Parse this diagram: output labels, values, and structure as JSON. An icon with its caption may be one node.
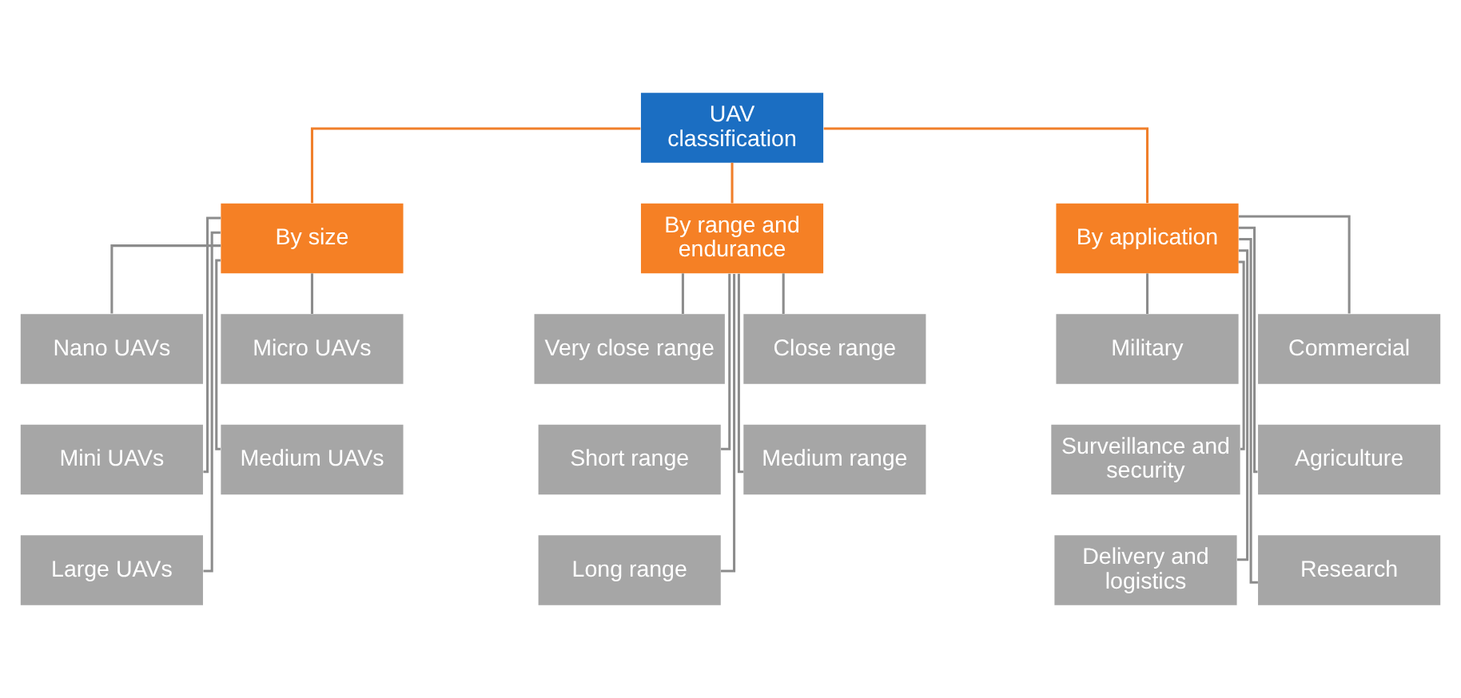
{
  "diagram": {
    "nodes": [
      {
        "text": [
          "UAV classification"
        ]
      },
      {
        "text": [
          "By size"
        ]
      },
      {
        "text": [
          "By range and endurance"
        ]
      },
      {
        "text": [
          "By application"
        ]
      },
      {
        "text": [
          "Nano UAVs"
        ]
      },
      {
        "text": [
          "Micro UAVs"
        ]
      },
      {
        "text": [
          "Mini UAVs"
        ]
      },
      {
        "text": [
          "Medium UAVs"
        ]
      },
      {
        "text": [
          "Large UAVs"
        ]
      },
      {
        "text": [
          "Very close range"
        ]
      },
      {
        "text": [
          "Close range"
        ]
      },
      {
        "text": [
          "Short range"
        ]
      },
      {
        "text": [
          "Medium range"
        ]
      },
      {
        "text": [
          "Long range"
        ]
      },
      {
        "text": [
          "Military"
        ]
      },
      {
        "text": [
          "Commercial"
        ]
      },
      {
        "text": [
          "Surveillance and security"
        ]
      },
      {
        "text": [
          "Agriculture"
        ]
      },
      {
        "text": [
          "Delivery and logistics"
        ]
      },
      {
        "text": [
          "Research"
        ]
      }
    ],
    "edges": [
      {
        "from": 0,
        "to": 1,
        "arrow": "none",
        "color": "#f07f2a"
      },
      {
        "from": 0,
        "to": 2,
        "arrow": "none",
        "color": "#f07f2a"
      },
      {
        "from": 0,
        "to": 3,
        "arrow": "none",
        "color": "#f07f2a"
      },
      {
        "from": 1,
        "to": 4,
        "arrow": "none"
      },
      {
        "from": 1,
        "to": 5,
        "arrow": "none"
      },
      {
        "from": 1,
        "to": 6,
        "arrow": "none"
      },
      {
        "from": 1,
        "to": 7,
        "arrow": "none"
      },
      {
        "from": 1,
        "to": 8,
        "arrow": "none"
      },
      {
        "from": 2,
        "to": 9,
        "arrow": "none"
      },
      {
        "from": 2,
        "to": 10,
        "arrow": "none"
      },
      {
        "from": 2,
        "to": 11,
        "arrow": "none"
      },
      {
        "from": 2,
        "to": 12,
        "arrow": "none"
      },
      {
        "from": 2,
        "to": 13,
        "arrow": "none"
      },
      {
        "from": 3,
        "to": 14,
        "arrow": "none"
      },
      {
        "from": 3,
        "to": 15,
        "arrow": "none"
      },
      {
        "from": 3,
        "to": 16,
        "arrow": "none"
      },
      {
        "from": 3,
        "to": 17,
        "arrow": "none"
      },
      {
        "from": 3,
        "to": 18,
        "arrow": "none"
      },
      {
        "from": 3,
        "to": 19,
        "arrow": "none"
      }
    ]
  }
}
